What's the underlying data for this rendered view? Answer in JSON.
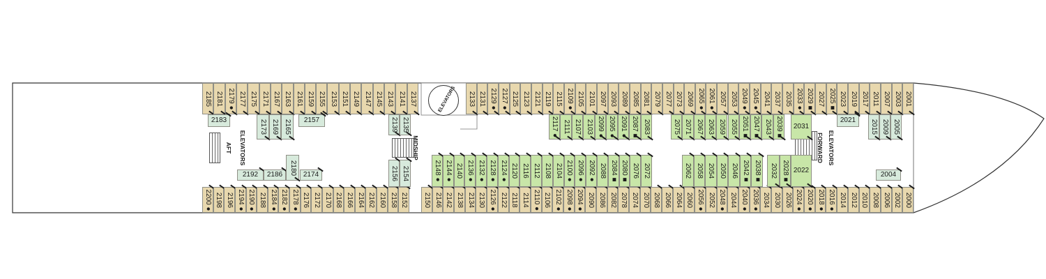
{
  "labels": {
    "aft": "AFT",
    "midship": "MIDSHIP",
    "forward": "FORWARD",
    "elevators": "ELEVATORS"
  },
  "rows": {
    "top_tan_a": [
      "2185",
      "2181",
      "2179 ●",
      "2177",
      "2175",
      "2171",
      "2167",
      "2163",
      "2161",
      "2159",
      "2155",
      "2153",
      "2151",
      "2149",
      "2147",
      "2145",
      "2143",
      "2141",
      "2137"
    ],
    "top_tan_b": [
      "2133",
      "2131",
      "2129 ●",
      "2127 ●",
      "2125",
      "2123",
      "2121",
      "2119",
      "2115",
      "2109 ●",
      "2105",
      "2101",
      "2097",
      "2093",
      "2089",
      "2085",
      "2081",
      "2079",
      "2077",
      "2073",
      "2069",
      "2065 ●",
      "2061 ●",
      "2057",
      "2053",
      "2049 ●",
      "2045 ●",
      "2041",
      "2037",
      "2035",
      "2033 ●",
      "2029 ■",
      "2027",
      "2025 ■",
      "2023",
      "2019",
      "2017",
      "2011",
      "2007",
      "2003",
      "2001"
    ],
    "bot_tan_a": [
      "2200 ●",
      "2198",
      "2196",
      "2194 ●",
      "2190 ●",
      "2188",
      "2184 ●",
      "2182 ●",
      "2178 ●",
      "2176",
      "2172",
      "2170",
      "2168",
      "2166",
      "2164",
      "2162",
      "2160",
      "2158",
      "2152"
    ],
    "bot_tan_b": [
      "2150",
      "2146",
      "2142",
      "2138",
      "2134",
      "2130",
      "2126 ●",
      "2122",
      "2118",
      "2114",
      "2110 ●",
      "2106",
      "2102 ●",
      "2098 ●",
      "2094 ●",
      "2090",
      "2086",
      "2082",
      "2078",
      "2074",
      "2070",
      "2068",
      "2066",
      "2064",
      "2060",
      "2056 ●",
      "2052",
      "2048 ●",
      "2044",
      "2040 ●",
      "2036 ●",
      "2034",
      "2030",
      "2026",
      "2024 ●",
      "2020 ●",
      "2018 ●",
      "2016 ●",
      "2014",
      "2012",
      "2010",
      "2008",
      "2006",
      "2002",
      "2000"
    ],
    "grn_upper_a": [
      "2117 ●",
      "2111",
      "2107",
      "2103",
      "2099 ●",
      "2095 ●",
      "2091 ●",
      "2087 ■",
      "2083"
    ],
    "grn_upper_b": [
      "2075",
      "2071",
      "2067",
      "2063",
      "2059",
      "2055",
      "2051 ■",
      "2047 ■",
      "2043",
      "2039 ■"
    ],
    "grn_lower_a": [
      "2148 ●",
      "2144 ●",
      "2140",
      "2136 ●",
      "2132 ●",
      "2128 ●",
      "2124 ●",
      "2120",
      "2116",
      "2112",
      "2108",
      "2104",
      "2100 ●",
      "2096 ●",
      "2092 ●",
      "2088",
      "2084 ■",
      "2080 ■",
      "2076",
      "2072"
    ],
    "grn_lower_b": [
      "2062",
      "2058",
      "2054",
      "2050",
      "2046",
      "2042 ■",
      "2038 ■"
    ],
    "small_aft_v": [
      "2173",
      "2169",
      "2165"
    ],
    "small_fwd_v": [
      "2015",
      "2009",
      "2005"
    ],
    "mid_top": [
      "2139",
      "2135"
    ],
    "mid_bot": [
      "2156",
      "2154"
    ],
    "flat": [
      "2183",
      "2157",
      "2192",
      "2186",
      "2180",
      "2174",
      "2031",
      "2032",
      "2028 ■",
      "2022",
      "2021",
      "2004"
    ]
  }
}
